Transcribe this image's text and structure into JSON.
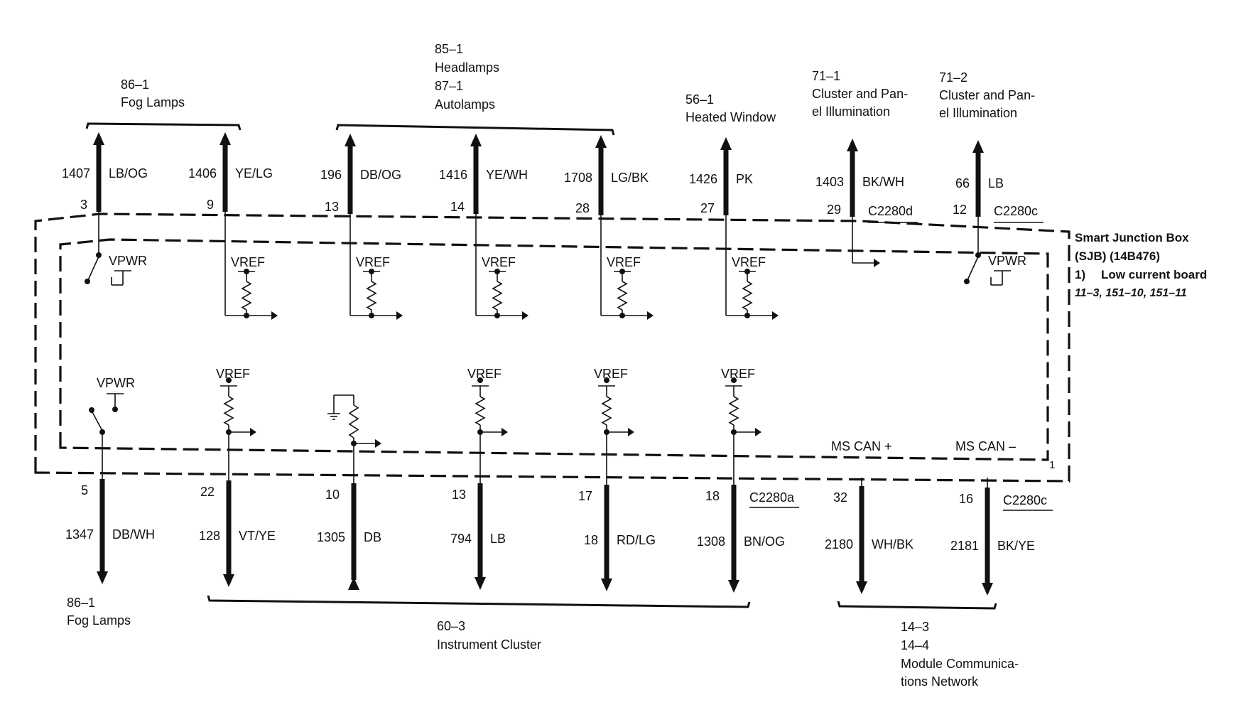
{
  "top_groups": [
    {
      "ref": "86–1",
      "label": "Fog Lamps"
    },
    {
      "ref": "85–1",
      "label": "Headlamps",
      "ref2": "87–1",
      "label2": "Autolamps"
    },
    {
      "ref": "56–1",
      "label": "Heated Window"
    },
    {
      "ref": "71–1",
      "label": "Cluster and Pan-",
      "label2": "el Illumination"
    },
    {
      "ref": "71–2",
      "label": "Cluster and Pan-",
      "label2": "el Illumination"
    }
  ],
  "top_wires": [
    {
      "circuit": "1407",
      "color": "LB/OG",
      "pin": "3",
      "source": "VPWR",
      "kind": "switch"
    },
    {
      "circuit": "1406",
      "color": "YE/LG",
      "pin": "9",
      "source": "VREF",
      "kind": "resistor"
    },
    {
      "circuit": "196",
      "color": "DB/OG",
      "pin": "13",
      "source": "VREF",
      "kind": "resistor"
    },
    {
      "circuit": "1416",
      "color": "YE/WH",
      "pin": "14",
      "source": "VREF",
      "kind": "resistor"
    },
    {
      "circuit": "1708",
      "color": "LG/BK",
      "pin": "28",
      "source": "VREF",
      "kind": "resistor"
    },
    {
      "circuit": "1426",
      "color": "PK",
      "pin": "27",
      "source": "VREF",
      "kind": "resistor"
    },
    {
      "circuit": "1403",
      "color": "BK/WH",
      "pin": "29",
      "connector": "C2280d",
      "kind": "direct"
    },
    {
      "circuit": "66",
      "color": "LB",
      "pin": "12",
      "connector": "C2280c",
      "source": "VPWR",
      "kind": "switch"
    }
  ],
  "bottom_wires": [
    {
      "circuit": "1347",
      "color": "DB/WH",
      "pin": "5",
      "source": "VPWR",
      "kind": "switch"
    },
    {
      "circuit": "128",
      "color": "VT/YE",
      "pin": "22",
      "source": "VREF",
      "kind": "resistor"
    },
    {
      "circuit": "1305",
      "color": "DB",
      "pin": "10",
      "kind": "ground"
    },
    {
      "circuit": "794",
      "color": "LB",
      "pin": "13",
      "source": "VREF",
      "kind": "resistor"
    },
    {
      "circuit": "18",
      "color": "RD/LG",
      "pin": "17",
      "source": "VREF",
      "kind": "resistor"
    },
    {
      "circuit": "1308",
      "color": "BN/OG",
      "pin": "18",
      "connector": "C2280a",
      "source": "VREF",
      "kind": "resistor"
    },
    {
      "circuit": "2180",
      "color": "WH/BK",
      "pin": "32",
      "bus": "MS CAN +",
      "kind": "can"
    },
    {
      "circuit": "2181",
      "color": "BK/YE",
      "pin": "16",
      "connector": "C2280c",
      "bus": "MS CAN –",
      "kind": "can"
    }
  ],
  "bottom_groups": [
    {
      "ref": "86–1",
      "label": "Fog Lamps"
    },
    {
      "ref": "60–3",
      "label": "Instrument Cluster"
    },
    {
      "ref": "14–3",
      "ref2": "14–4",
      "label": "Module Communica-",
      "label2": "tions Network"
    }
  ],
  "module": {
    "title": "Smart Junction Box",
    "subtitle": "(SJB) (14B476)",
    "board_num": "1)",
    "board": "Low current board",
    "refs": "11–3, 151–10, 151–11",
    "board_tag": "1"
  }
}
